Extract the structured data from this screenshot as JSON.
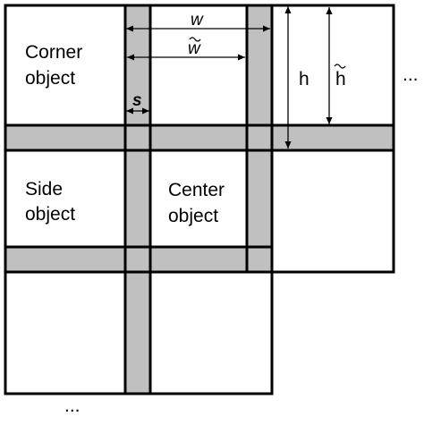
{
  "labels": {
    "corner_line1": "Corner",
    "corner_line2": "object",
    "side_line1": "Side",
    "side_line2": "object",
    "center_line1": "Center",
    "center_line2": "object",
    "w": "w",
    "w_tilde": "w",
    "s": "s",
    "h": "h",
    "h_tilde": "h",
    "ellipsis_right": "...",
    "ellipsis_bottom": "..."
  },
  "colors": {
    "strip": "#c0c0c0",
    "line": "#000000",
    "background": "#ffffff"
  }
}
